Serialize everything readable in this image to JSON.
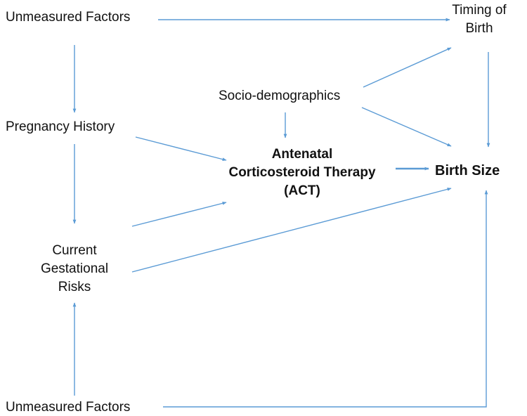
{
  "diagram": {
    "edge_color": "#5b9bd5",
    "nodes": {
      "unmeasured_top": {
        "label": "Unmeasured Factors"
      },
      "timing": {
        "lines": [
          "Timing of",
          "Birth"
        ]
      },
      "socio": {
        "label": "Socio-demographics"
      },
      "pregnancy": {
        "label": "Pregnancy History"
      },
      "act": {
        "lines": [
          "Antenatal",
          "Corticosteroid Therapy",
          "(ACT)"
        ]
      },
      "birth_size": {
        "label": "Birth Size"
      },
      "risks": {
        "lines": [
          "Current",
          "Gestational",
          "Risks"
        ]
      },
      "unmeasured_bottom": {
        "label": "Unmeasured Factors"
      }
    },
    "edges": [
      {
        "from": "unmeasured_top",
        "to": "timing"
      },
      {
        "from": "unmeasured_top",
        "to": "pregnancy"
      },
      {
        "from": "socio",
        "to": "timing"
      },
      {
        "from": "socio",
        "to": "act"
      },
      {
        "from": "socio",
        "to": "birth_size"
      },
      {
        "from": "timing",
        "to": "birth_size"
      },
      {
        "from": "pregnancy",
        "to": "act"
      },
      {
        "from": "pregnancy",
        "to": "risks"
      },
      {
        "from": "risks",
        "to": "act"
      },
      {
        "from": "risks",
        "to": "birth_size"
      },
      {
        "from": "act",
        "to": "birth_size"
      },
      {
        "from": "unmeasured_bottom",
        "to": "risks"
      },
      {
        "from": "unmeasured_bottom",
        "to": "birth_size"
      }
    ]
  }
}
